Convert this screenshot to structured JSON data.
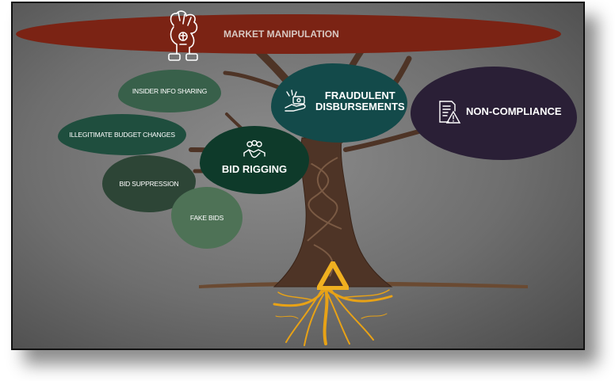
{
  "diagram": {
    "top_branch": {
      "label": "MARKET MANIPULATION",
      "icon": "mind-puzzle-icon",
      "color": "#7b2314",
      "text_color": "#d8c8c2"
    },
    "left_leaves": [
      {
        "label": "INSIDER INFO SHARING",
        "color": "#38604a"
      },
      {
        "label": "ILLEGITIMATE BUDGET CHANGES",
        "color": "#1f4e3e"
      },
      {
        "label": "BID SUPPRESSION",
        "color": "#2d4536"
      },
      {
        "label": "FAKE BIDS",
        "color": "#4e7256"
      }
    ],
    "center_leaf": {
      "label": "BID RIGGING",
      "icon": "handshake-icon",
      "color": "#0e3a2a"
    },
    "right_leaves": [
      {
        "label_line1": "FRAUDULENT",
        "label_line2": "DISBURSEMENTS",
        "icon": "money-hand-icon",
        "color": "#134a4a"
      },
      {
        "label": "NON-COMPLIANCE",
        "icon": "document-warning-icon",
        "color": "#2a1f36"
      }
    ],
    "trunk_color": "#4e3426",
    "root_color": "#e8a216",
    "logo_icon": "triangle-logo-icon"
  }
}
